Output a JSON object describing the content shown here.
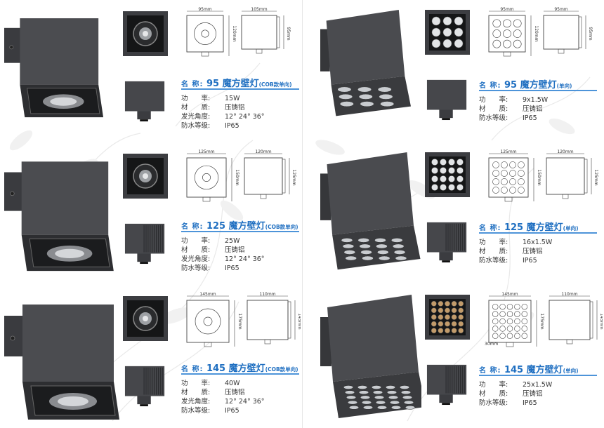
{
  "products": [
    {
      "id": "p95-cob",
      "name_label": "名 称:",
      "size": "95",
      "title": "魔方壁灯",
      "title_suffix": "(COB款单向)",
      "dims": {
        "front_w": "95mm",
        "side_w": "105mm",
        "front_h": "120mm",
        "side_h": "95mm"
      },
      "specs": [
        {
          "key": "功　　率:",
          "value": "15W"
        },
        {
          "key": "材　　质:",
          "value": "压铸铝"
        },
        {
          "key": "发光角度:",
          "value": "12° 24° 36°"
        },
        {
          "key": "防水等级:",
          "value": "IP65"
        }
      ]
    },
    {
      "id": "p95-led",
      "name_label": "名 称:",
      "size": "95",
      "title": "魔方壁灯",
      "title_suffix": "(单向)",
      "dims": {
        "front_w": "95mm",
        "side_w": "95mm",
        "front_h": "120mm",
        "side_h": "95mm"
      },
      "specs": [
        {
          "key": "功　　率:",
          "value": "9x1.5W"
        },
        {
          "key": "材　　质:",
          "value": "压铸铝"
        },
        {
          "key": "防水等级:",
          "value": "IP65"
        }
      ]
    },
    {
      "id": "p125-cob",
      "name_label": "名 称:",
      "size": "125",
      "title": "魔方壁灯",
      "title_suffix": "(COB款单向)",
      "dims": {
        "front_w": "125mm",
        "side_w": "120mm",
        "front_h": "150mm",
        "side_h": "125mm"
      },
      "specs": [
        {
          "key": "功　　率:",
          "value": "25W"
        },
        {
          "key": "材　　质:",
          "value": "压铸铝"
        },
        {
          "key": "发光角度:",
          "value": "12° 24° 36°"
        },
        {
          "key": "防水等级:",
          "value": "IP65"
        }
      ]
    },
    {
      "id": "p125-led",
      "name_label": "名 称:",
      "size": "125",
      "title": "魔方壁灯",
      "title_suffix": "(单向)",
      "dims": {
        "front_w": "125mm",
        "side_w": "120mm",
        "front_h": "150mm",
        "side_h": "125mm"
      },
      "specs": [
        {
          "key": "功　　率:",
          "value": "16x1.5W"
        },
        {
          "key": "材　　质:",
          "value": "压铸铝"
        },
        {
          "key": "防水等级:",
          "value": "IP65"
        }
      ]
    },
    {
      "id": "p145-cob",
      "name_label": "名 称:",
      "size": "145",
      "title": "魔方壁灯",
      "title_suffix": "(COB款单向)",
      "dims": {
        "front_w": "145mm",
        "side_w": "110mm",
        "front_h": "175mm",
        "side_h": "145mm"
      },
      "specs": [
        {
          "key": "功　　率:",
          "value": "40W"
        },
        {
          "key": "材　　质:",
          "value": "压铸铝"
        },
        {
          "key": "发光角度:",
          "value": "12° 24° 36°"
        },
        {
          "key": "防水等级:",
          "value": "IP65"
        }
      ]
    },
    {
      "id": "p145-led",
      "name_label": "名 称:",
      "size": "145",
      "title": "魔方壁灯",
      "title_suffix": "(单向)",
      "dims": {
        "front_w": "145mm",
        "side_w": "110mm",
        "front_h": "175mm",
        "side_h": "145mm",
        "bracket": "30mm"
      },
      "specs": [
        {
          "key": "功　　率:",
          "value": "25x1.5W"
        },
        {
          "key": "材　　质:",
          "value": "压铸铝"
        },
        {
          "key": "防水等级:",
          "value": "IP65"
        }
      ]
    }
  ],
  "colors": {
    "title_blue": "#1f6fc1",
    "rule_blue": "#4d94d9",
    "housing_dark": "#3f4044",
    "housing_mid": "#55575c",
    "text": "#333333"
  }
}
